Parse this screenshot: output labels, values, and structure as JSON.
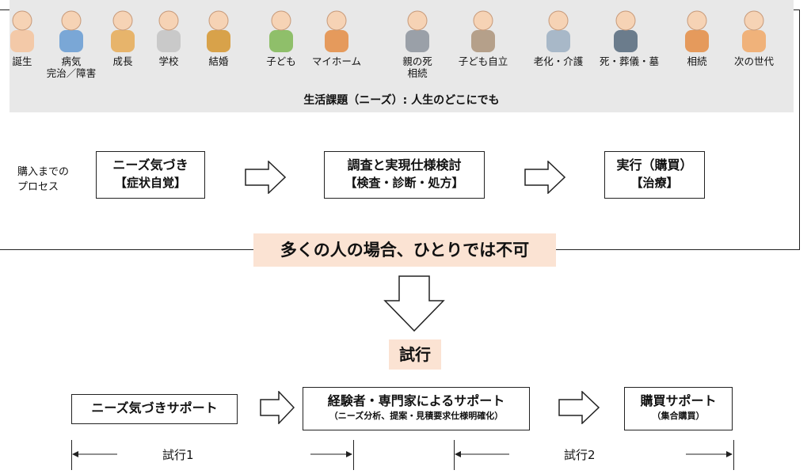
{
  "life_events": [
    {
      "icon": "baby-icon",
      "lines": [
        "誕生"
      ]
    },
    {
      "icon": "doctor-patient-icon",
      "lines": [
        "病気",
        "完治／障害"
      ]
    },
    {
      "icon": "child-icon",
      "lines": [
        "成長"
      ]
    },
    {
      "icon": "school-building-icon",
      "lines": [
        "学校"
      ]
    },
    {
      "icon": "wedding-couple-icon",
      "lines": [
        "結婚"
      ]
    },
    {
      "icon": "family-children-icon",
      "lines": [
        "子ども"
      ]
    },
    {
      "icon": "house-icon",
      "lines": [
        "マイホーム"
      ]
    },
    {
      "icon": "grave-inheritance-icon",
      "lines": [
        "親の死",
        "相続"
      ]
    },
    {
      "icon": "elderly-graduate-icon",
      "lines": [
        "子ども自立"
      ]
    },
    {
      "icon": "wheelchair-care-icon",
      "lines": [
        "老化・介護"
      ]
    },
    {
      "icon": "funeral-portrait-icon",
      "lines": [
        "死・葬儀・墓"
      ]
    },
    {
      "icon": "house-money-icon",
      "lines": [
        "相続"
      ]
    },
    {
      "icon": "next-generation-family-icon",
      "lines": [
        "次の世代"
      ]
    }
  ],
  "band_caption": "生活課題（ニーズ）: 人生のどこにでも",
  "process": {
    "label_lines": [
      "購入までの",
      "プロセス"
    ],
    "steps": [
      {
        "l1": "ニーズ気づき",
        "l2": "【症状自覚】"
      },
      {
        "l1": "調査と実現仕様検討",
        "l2": "【検査・診断・処方】"
      },
      {
        "l1": "実行（購買）",
        "l2": "【治療】"
      }
    ]
  },
  "callout_main": "多くの人の場合、ひとりでは不可",
  "callout_trial": "試行",
  "support": [
    {
      "l1": "ニーズ気づきサポート",
      "sub": ""
    },
    {
      "l1": "経験者・専門家によるサポート",
      "sub": "（ニーズ分析、提案・見積要求仕様明確化）"
    },
    {
      "l1": "購買サポート",
      "sub": "（集合購買）"
    }
  ],
  "trials": [
    "試行1",
    "試行2"
  ],
  "colors": {
    "callout_bg": "#fbe3d3",
    "band_bg": "#e8e8e8"
  }
}
